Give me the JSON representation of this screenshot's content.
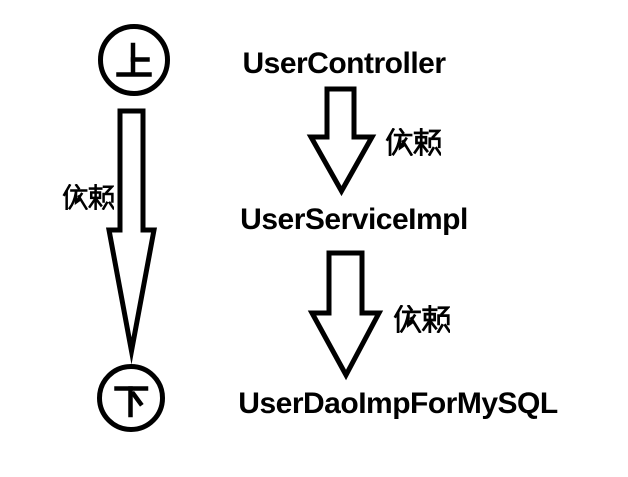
{
  "diagram": {
    "title_hint": "dependency-layers-diagram",
    "background_color": "#ffffff",
    "stroke_color": "#000000",
    "left_flow": {
      "top_node": "上",
      "bottom_node": "下",
      "dependency_label": "依赖"
    },
    "right_flow": {
      "nodes": [
        "UserController",
        "UserServiceImpl",
        "UserDaoImpForMySQL"
      ],
      "dependency_labels": [
        "依赖",
        "依赖"
      ]
    }
  }
}
